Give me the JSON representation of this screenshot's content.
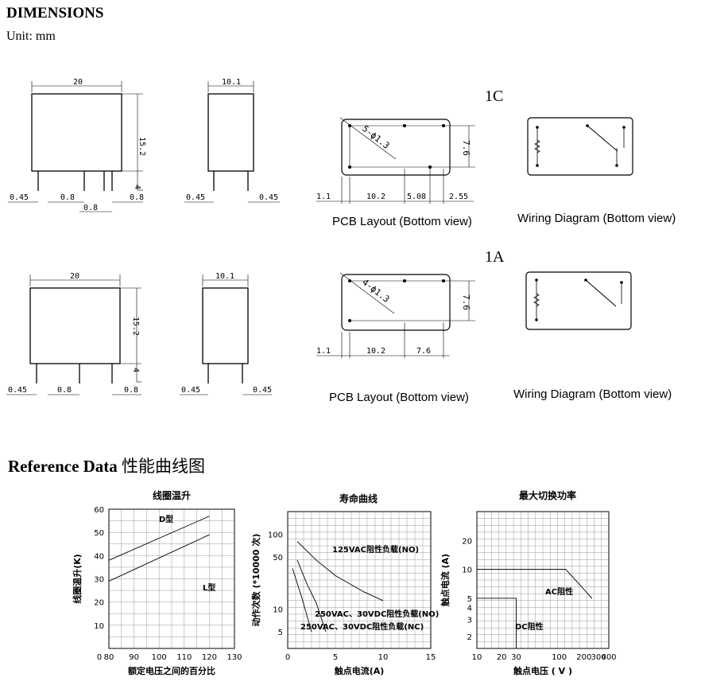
{
  "header": {
    "title": "DIMENSIONS",
    "unit": "Unit: mm"
  },
  "variants": [
    {
      "code": "1C",
      "front": {
        "width": "20",
        "height": "15.2",
        "pin_len": "4",
        "pin_w": "0.45",
        "pitch1": "0.8",
        "pitch2": "0.8",
        "pitch3": "0.8"
      },
      "side": {
        "width": "10.1",
        "pin_w1": "0.45",
        "pin_w2": "0.45"
      },
      "pcb": {
        "holes": "5-ϕ1.3",
        "dims": [
          "1.1",
          "10.2",
          "5.08",
          "2.55"
        ],
        "vert": "7.6",
        "caption": "PCB Layout (Bottom view)"
      },
      "wiring_caption": "Wiring Diagram (Bottom view)"
    },
    {
      "code": "1A",
      "front": {
        "width": "20",
        "height": "15.2",
        "pin_len": "4",
        "pin_w": "0.45",
        "pitch1": "0.8",
        "pitch2": "0.8"
      },
      "side": {
        "width": "10.1",
        "pin_w1": "0.45",
        "pin_w2": "0.45"
      },
      "pcb": {
        "holes": "4-ϕ1.3",
        "dims": [
          "1.1",
          "10.2",
          "7.6"
        ],
        "vert": "7.6",
        "caption": "PCB Layout (Bottom view)"
      },
      "wiring_caption": "Wiring Diagram (Bottom view)"
    }
  ],
  "reference": {
    "title_en": "Reference Data",
    "title_cn": "性能曲线图"
  },
  "chart_data": [
    {
      "type": "line",
      "title": "线圈温升",
      "xlabel": "额定电压之间的百分比",
      "ylabel": "线圈温升(K)",
      "xticks": [
        "0",
        "80",
        "90",
        "100",
        "110",
        "120",
        "130"
      ],
      "yticks": [
        "10",
        "20",
        "30",
        "40",
        "50",
        "60"
      ],
      "xlim": [
        80,
        130
      ],
      "ylim": [
        0,
        60
      ],
      "series": [
        {
          "name": "D型",
          "x": [
            80,
            120
          ],
          "y": [
            38,
            57
          ]
        },
        {
          "name": "L型",
          "x": [
            80,
            120
          ],
          "y": [
            29,
            49
          ]
        }
      ]
    },
    {
      "type": "line",
      "title": "寿命曲线",
      "xlabel": "触点电流(A)",
      "ylabel": "动作次数 (*10000 次)",
      "xticks": [
        "0",
        "5",
        "10",
        "15"
      ],
      "yticks": [
        "5",
        "10",
        "50",
        "100"
      ],
      "xlim": [
        0,
        15
      ],
      "ylim": [
        3,
        200
      ],
      "yscale": "log",
      "series": [
        {
          "name": "125VAC阻性负载(NO)",
          "x": [
            1,
            3,
            5,
            8,
            10
          ],
          "y": [
            80,
            45,
            28,
            17,
            13
          ]
        },
        {
          "name": "250VAC、30VDC阻性负载(NO)",
          "x": [
            1,
            2,
            3,
            4
          ],
          "y": [
            45,
            22,
            12,
            5
          ]
        },
        {
          "name": "250VAC、30VDC阻性负载(NC)",
          "x": [
            0.5,
            1.5,
            2.5
          ],
          "y": [
            35,
            14,
            5
          ]
        }
      ]
    },
    {
      "type": "line",
      "title": "最大切换功率",
      "xlabel": "触点电压 ( V )",
      "ylabel": "触点电流 (A)",
      "xticks": [
        "10",
        "20",
        "30",
        "100",
        "200",
        "300",
        "400"
      ],
      "yticks": [
        "2",
        "3",
        "4",
        "5",
        "10",
        "20"
      ],
      "xlim": [
        10,
        400
      ],
      "ylim": [
        1.5,
        40
      ],
      "xscale": "log",
      "yscale": "log",
      "series": [
        {
          "name": "AC阻性",
          "x": [
            10,
            120,
            250
          ],
          "y": [
            10,
            10,
            5
          ]
        },
        {
          "name": "DC阻性",
          "x": [
            10,
            30,
            30
          ],
          "y": [
            5,
            5,
            1.5
          ]
        }
      ]
    }
  ]
}
